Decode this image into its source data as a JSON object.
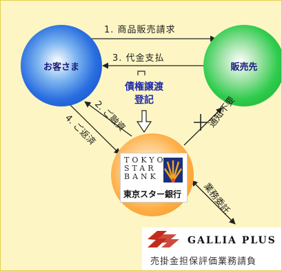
{
  "nodes": {
    "customer": "お客さま",
    "seller": "販売先"
  },
  "flows": {
    "sales_request": "1. 商品販売請求",
    "payment": "3. 代金支払",
    "loan": "2. ご融資",
    "repayment": "4. ご返済",
    "no_notice": "通知不要",
    "outsourcing": "業務委託"
  },
  "assignment": {
    "line1": "債権譲渡",
    "line2": "登記"
  },
  "bank": {
    "logo_en": "TOKYO STAR BANK",
    "logo_en_lines": [
      "TOKYO",
      "STAR",
      "BANK"
    ],
    "logo_jp": "東京スター銀行"
  },
  "partner": {
    "logo_name": "GALLIA PLUS",
    "subtitle": "売掛金担保評価業務請負"
  },
  "colors": {
    "background": "#fdf6c4",
    "customer_circle": "#2a6fe0",
    "seller_circle": "#2fcc4c",
    "bank_circle": "#ffae45",
    "assignment_text": "#1f2aa8"
  }
}
